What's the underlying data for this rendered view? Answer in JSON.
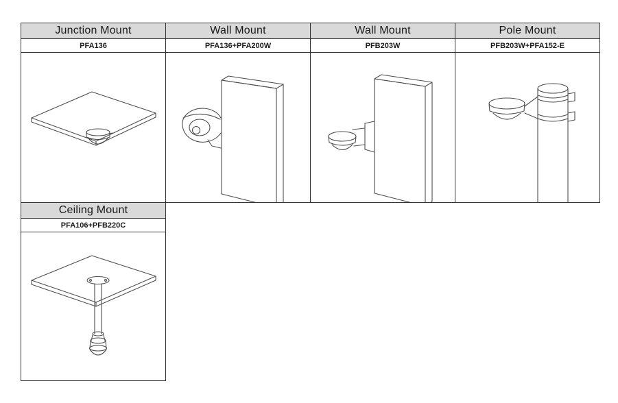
{
  "mounts": {
    "top_row": [
      {
        "title": "Junction Mount",
        "model": "PFA136"
      },
      {
        "title": "Wall Mount",
        "model": "PFA136+PFA200W"
      },
      {
        "title": "Wall Mount",
        "model": "PFB203W"
      },
      {
        "title": "Pole Mount",
        "model": "PFB203W+PFA152-E"
      }
    ],
    "bottom_row": [
      {
        "title": "Ceiling Mount",
        "model": "PFA106+PFB220C"
      }
    ]
  },
  "colors": {
    "header_bg": "#d9d9d9",
    "border": "#333333",
    "line_art": "#4d4d4d",
    "background": "#ffffff"
  }
}
